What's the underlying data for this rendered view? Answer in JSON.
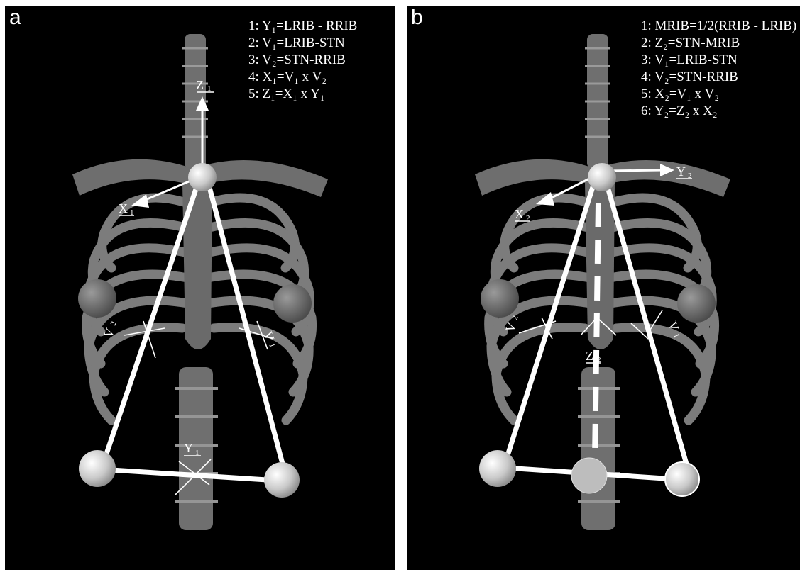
{
  "panel_a": {
    "letter": "a",
    "equations": [
      "1: Y₁=LRIB - RRIB",
      "2: V₁=LRIB-STN",
      "3: V₂=STN-RRIB",
      "4: X₁=V₁ x V₂",
      "5: Z₁=X₁ x Y₁"
    ],
    "axis_labels": {
      "z": "Z",
      "z_sub": "1",
      "x": "X",
      "x_sub": "1",
      "y": "Y",
      "y_sub": "1",
      "v1": "V",
      "v1_sub": "1",
      "v2": "V",
      "v2_sub": "2"
    }
  },
  "panel_b": {
    "letter": "b",
    "equations": [
      "1: MRIB=1/2(RRIB - LRIB)",
      "2: Z₂=STN-MRIB",
      "3: V₁=LRIB-STN",
      "4: V₂=STN-RRIB",
      "5: X₂=V₁ x V₂",
      "6: Y₂=Z₂ x X₂"
    ],
    "axis_labels": {
      "y": "Y",
      "y_sub": "2",
      "x": "X",
      "x_sub": "2",
      "z": "Z",
      "z_sub": "2",
      "v1": "V",
      "v1_sub": "1",
      "v2": "V",
      "v2_sub": "2"
    }
  },
  "colors": {
    "background": "#000000",
    "bone": "#7a7a7a",
    "marker": "#d8d8d8",
    "vector": "#ffffff"
  }
}
